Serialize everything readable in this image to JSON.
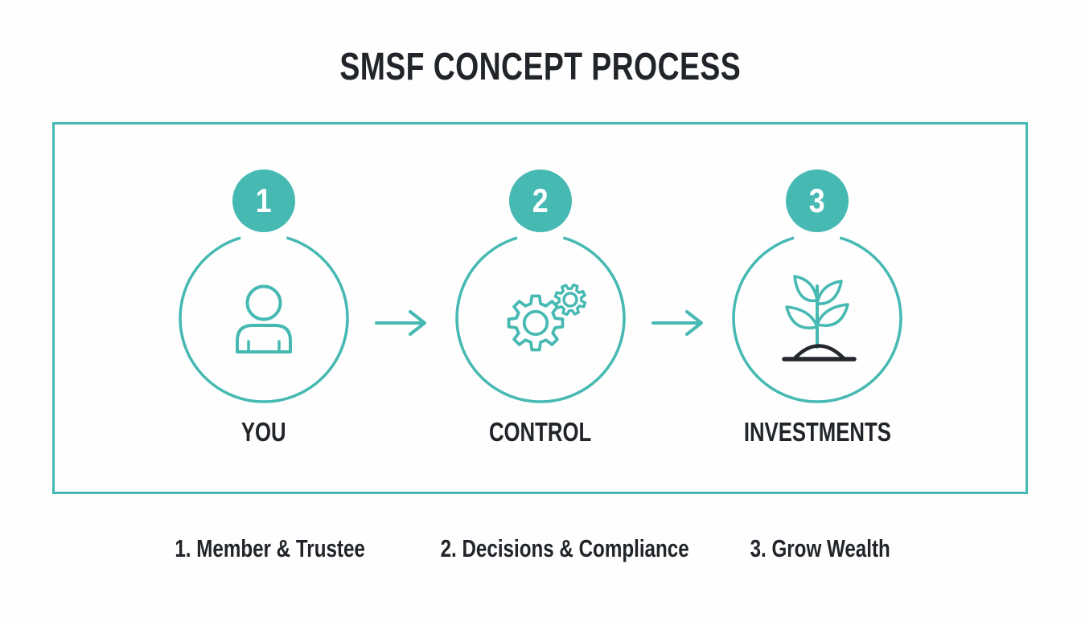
{
  "title": "SMSF CONCEPT PROCESS",
  "steps": [
    {
      "number": "1",
      "label": "YOU",
      "icon": "person-icon",
      "caption": "1. Member & Trustee"
    },
    {
      "number": "2",
      "label": "CONTROL",
      "icon": "gears-icon",
      "caption": "2. Decisions & Compliance"
    },
    {
      "number": "3",
      "label": "INVESTMENTS",
      "icon": "plant-icon",
      "caption": "3. Grow Wealth"
    }
  ],
  "connectors": [
    "arrow-right-icon",
    "arrow-right-icon"
  ],
  "colors": {
    "accent": "#46b9b2",
    "text": "#212529",
    "ground": "#24272c",
    "background": "#fefefe"
  }
}
